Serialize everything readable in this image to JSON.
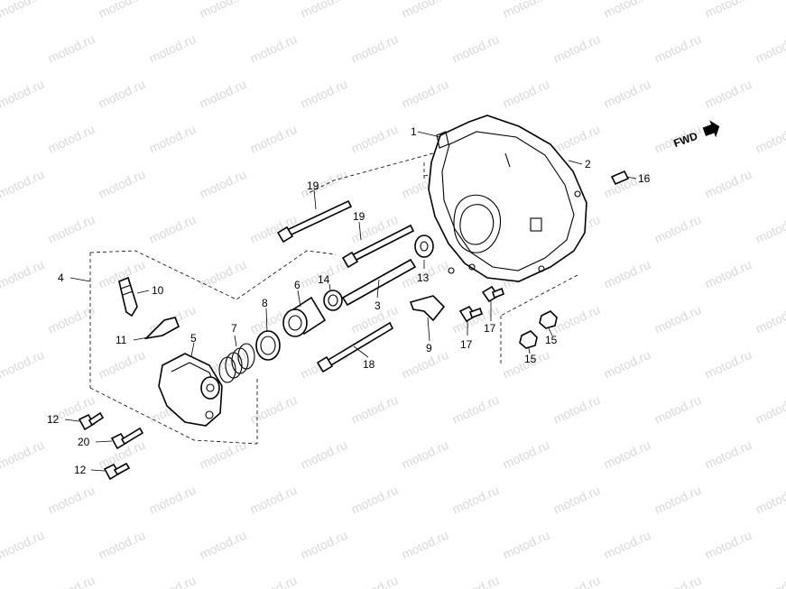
{
  "watermark": "motod.ru",
  "direction_label": "FWD",
  "callouts": {
    "p1": "1",
    "p2": "2",
    "p3": "3",
    "p4": "4",
    "p5": "5",
    "p6": "6",
    "p7": "7",
    "p8": "8",
    "p9": "9",
    "p10": "10",
    "p11": "11",
    "p12a": "12",
    "p12b": "12",
    "p13": "13",
    "p14": "14",
    "p15a": "15",
    "p15b": "15",
    "p16": "16",
    "p17a": "17",
    "p17b": "17",
    "p18": "18",
    "p19a": "19",
    "p19b": "19",
    "p20": "20"
  }
}
